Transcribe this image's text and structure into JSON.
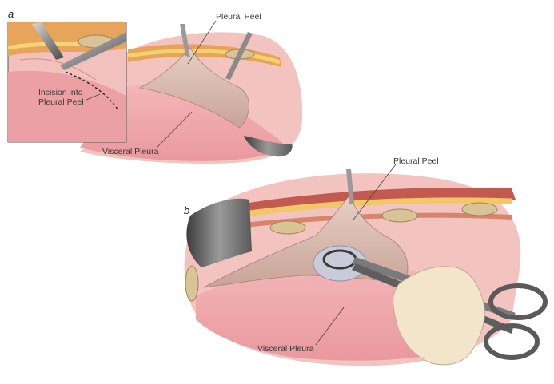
{
  "panel_a": {
    "letter": "a",
    "labels": {
      "pleural_peel": "Pleural Peel",
      "incision": "Incision into Pleural Peel",
      "visceral_pleura": "Visceral Pleura"
    }
  },
  "panel_b": {
    "letter": "b",
    "labels": {
      "pleural_peel": "Pleural Peel",
      "visceral_pleura": "Visceral Pleura"
    }
  },
  "colors": {
    "lung": "#e89aa0",
    "lung_light": "#f2b8bb",
    "tissue": "#f0c0bb",
    "peel": "#d6b0a4",
    "fat": "#f0c060",
    "rib": "#d9c59a",
    "muscle": "#c0504a",
    "instrument": "#8a8a8a",
    "glove": "#f3e4cc"
  }
}
